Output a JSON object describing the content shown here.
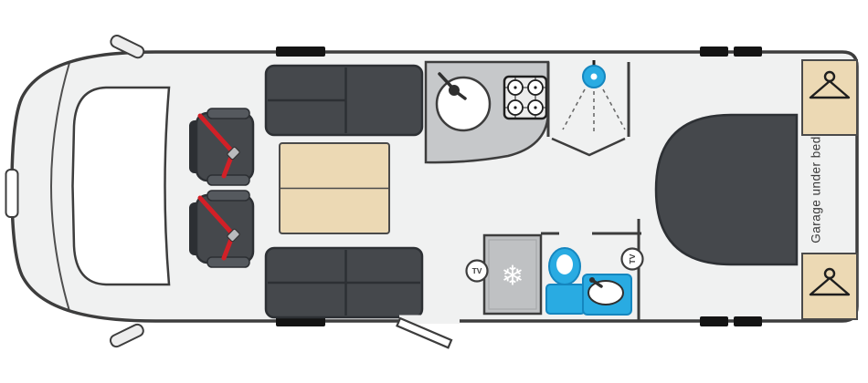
{
  "diagram": {
    "type": "motorhome-floorplan",
    "labels": {
      "garage": "Garage under bed",
      "tv_front": "TV",
      "tv_rear": "TV"
    },
    "icons": {
      "snowflake": "❄"
    }
  },
  "colors": {
    "outline": "#3d3d3d",
    "floor": "#f0f1f1",
    "dark": "#45484c",
    "darkstroke": "#2d3034",
    "seatdark": "#2c2f33",
    "armrest": "#55595e",
    "beige": "#ecd9b4",
    "woodline": "#4a4a4a",
    "counter": "#c6c8ca",
    "hobface": "#ececec",
    "hobline": "#1e1e1e",
    "white": "#ffffff",
    "wheel": "#141414",
    "mirror": "#ededed",
    "blue": "#29abe2",
    "bluestroke": "#1586bf",
    "spray": "#6b6b6b",
    "fridge": "#bfc1c3",
    "red": "#d22027",
    "text": "#3a3a3a",
    "hangerline": "#1e1e1e",
    "tapdark": "#2f2f2f",
    "buckle": "#b9bbbd"
  }
}
